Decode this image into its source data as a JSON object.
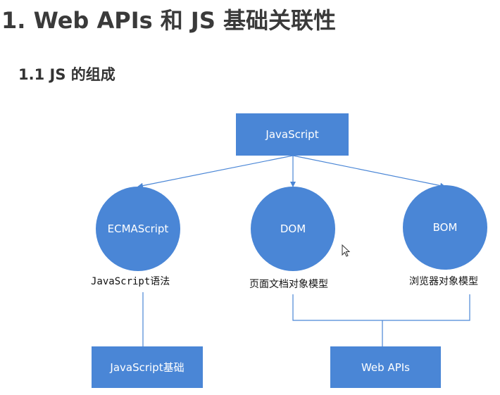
{
  "heading": {
    "title": "1. Web APIs 和 JS 基础关联性",
    "subtitle": "1.1 JS 的组成"
  },
  "diagram": {
    "root": "JavaScript",
    "parts": [
      {
        "name": "ECMAScript",
        "caption": "JavaScript语法"
      },
      {
        "name": "DOM",
        "caption": "页面文档对象模型"
      },
      {
        "name": "BOM",
        "caption": "浏览器对象模型"
      }
    ],
    "groups": [
      {
        "label": "JavaScript基础"
      },
      {
        "label": "Web APIs"
      }
    ],
    "colors": {
      "node": "#4a86d6",
      "line": "#4a86d6",
      "text": "#ffffff"
    }
  }
}
